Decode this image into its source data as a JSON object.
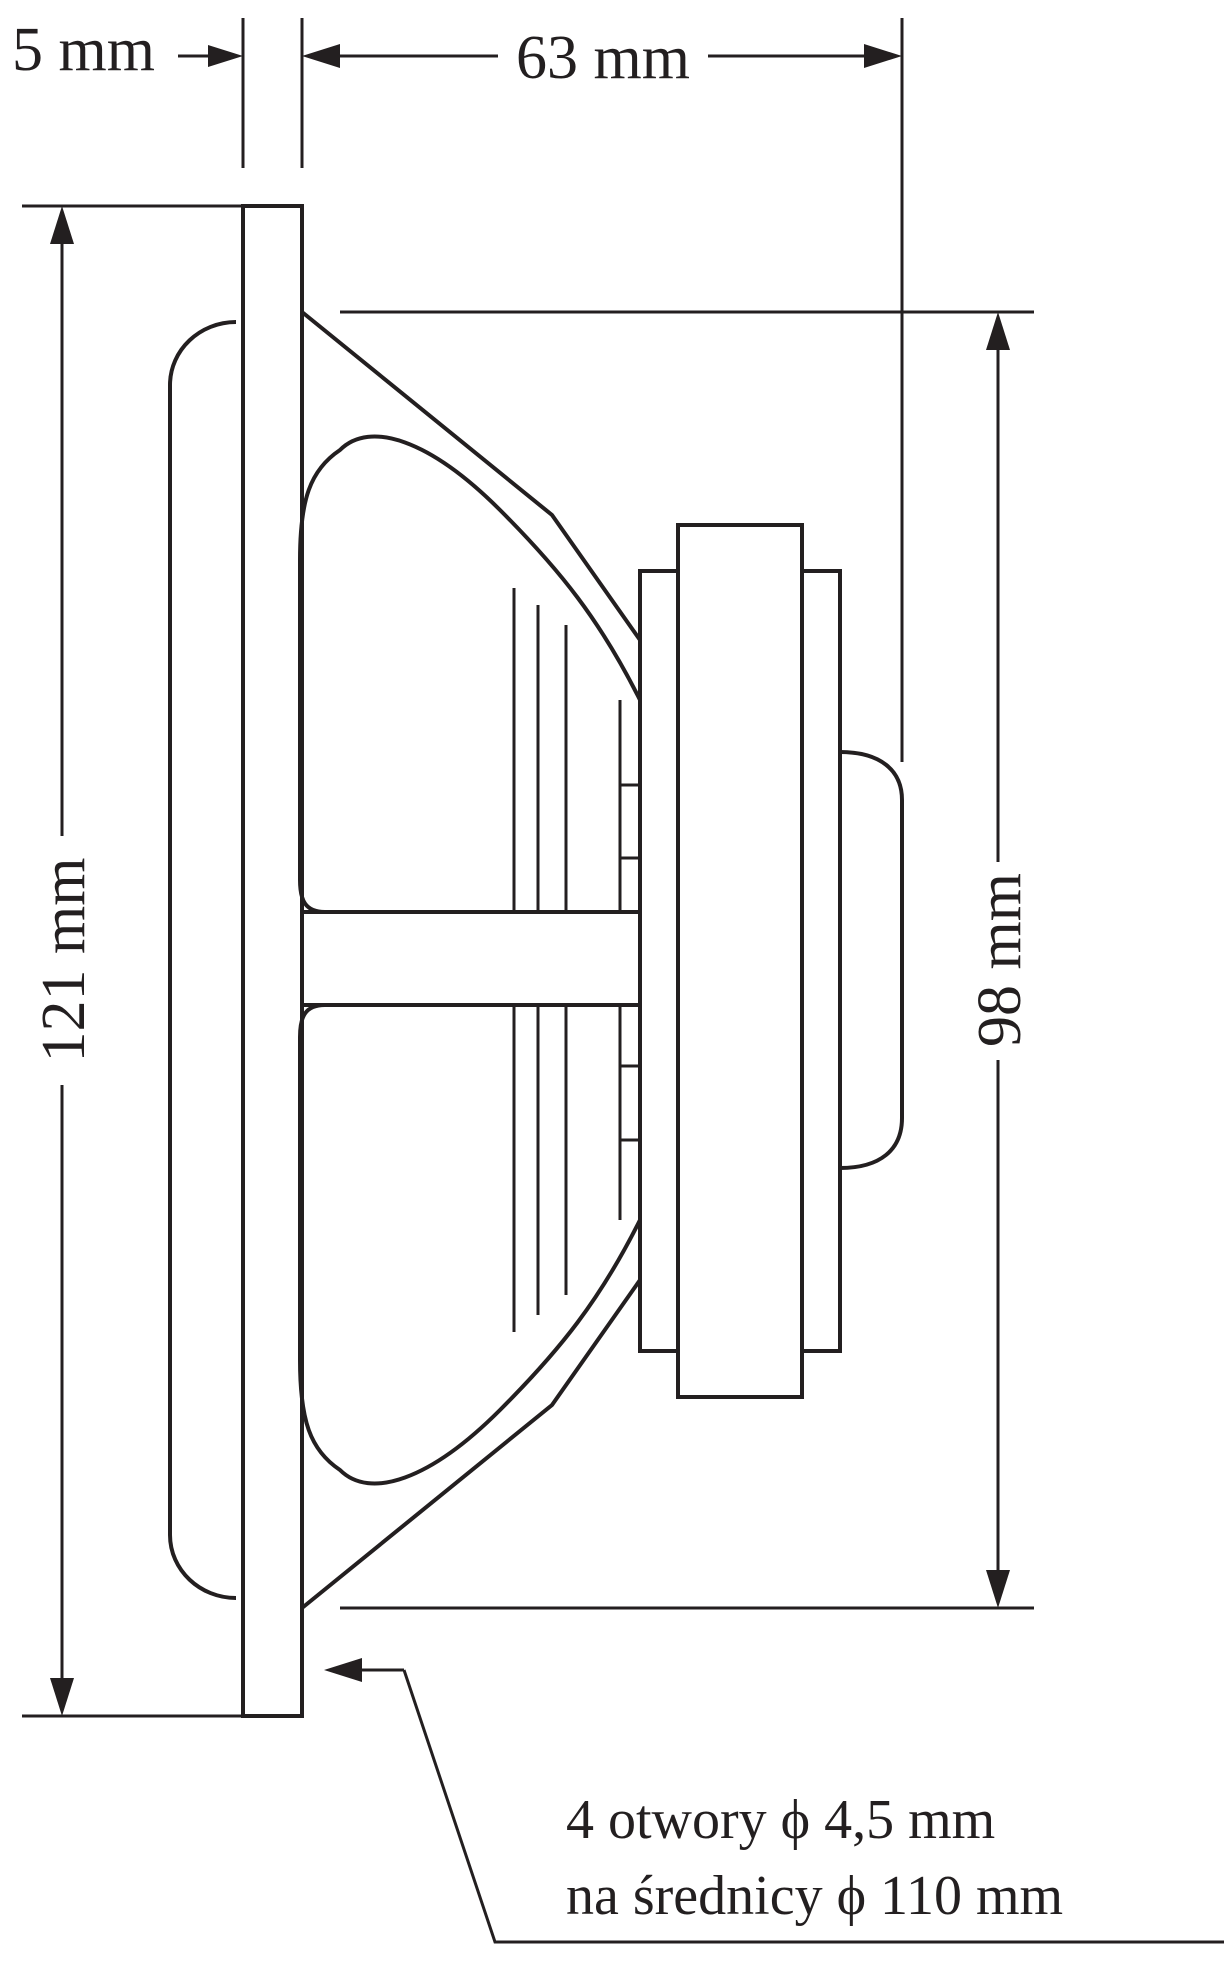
{
  "dimensions": {
    "flange_thickness": "5 mm",
    "depth": "63 mm",
    "outer_height": "121 mm",
    "cone_height": "98 mm"
  },
  "note": {
    "line1": "4 otwory ϕ 4,5 mm",
    "line2": "na średnicy ϕ 110 mm"
  },
  "colors": {
    "ink": "#231f20",
    "background": "#ffffff"
  }
}
